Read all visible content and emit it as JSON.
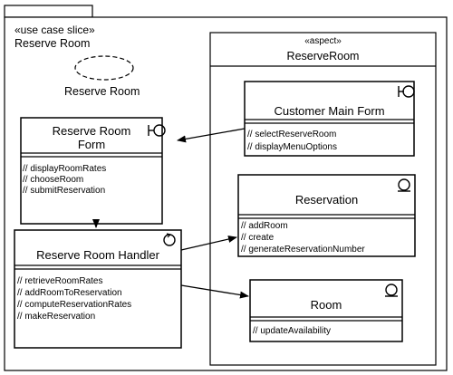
{
  "package": {
    "tab_label": "",
    "stereotype": "«use case slice»",
    "name": "Reserve Room"
  },
  "use_case": {
    "name": "Reserve Room"
  },
  "aspect": {
    "stereotype": "«aspect»",
    "name": "ReserveRoom"
  },
  "classes": {
    "reserve_room_form": {
      "name_line1": "Reserve Room",
      "name_line2": "Form",
      "icon": "boundary-icon",
      "operations": [
        "// displayRoomRates",
        "// chooseRoom",
        "// submitReservation"
      ]
    },
    "reserve_room_handler": {
      "name": "Reserve Room Handler",
      "icon": "control-icon",
      "operations": [
        "// retrieveRoomRates",
        "// addRoomToReservation",
        "// computeReservationRates",
        "// makeReservation"
      ]
    },
    "customer_main_form": {
      "name": "Customer Main Form",
      "icon": "boundary-icon",
      "operations": [
        "// selectReserveRoom",
        "// displayMenuOptions"
      ]
    },
    "reservation": {
      "name": "Reservation",
      "icon": "entity-icon",
      "operations": [
        "// addRoom",
        "// create",
        "// generateReservationNumber"
      ]
    },
    "room": {
      "name": "Room",
      "icon": "entity-icon",
      "operations": [
        "// updateAvailability"
      ]
    }
  }
}
